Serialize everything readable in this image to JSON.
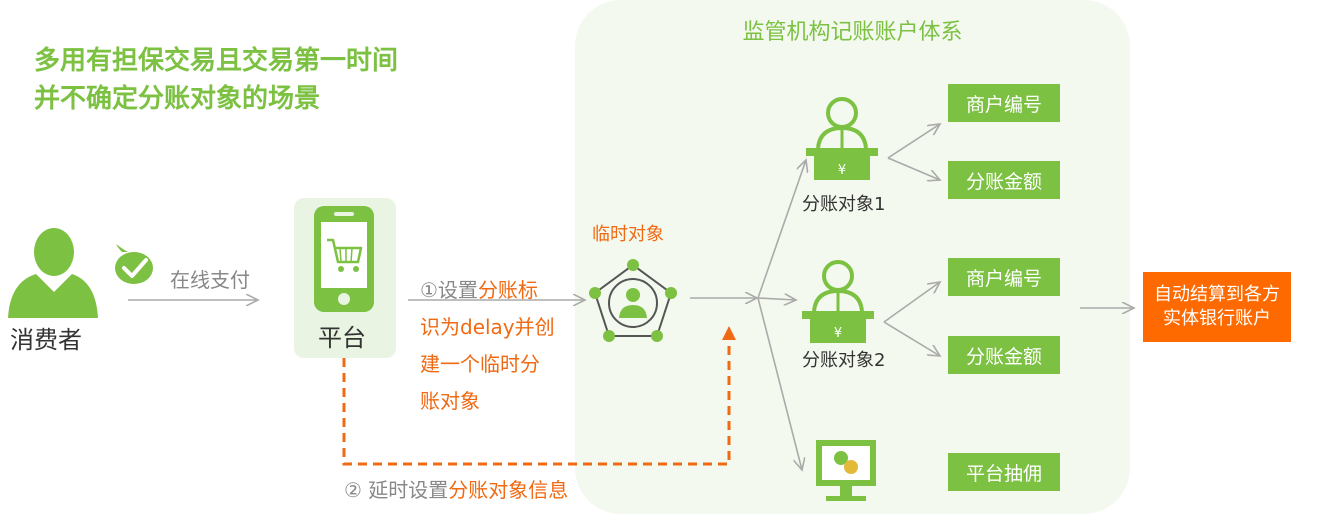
{
  "headline": {
    "line1": "多用有担保交易且交易第一时间",
    "line2": "并不确定分账对象的场景"
  },
  "panel": {
    "title": "监管机构记账账户体系"
  },
  "consumer": {
    "label": "消费者"
  },
  "payment": {
    "label": "在线支付"
  },
  "platform": {
    "label": "平台"
  },
  "step1": {
    "prefix": "①设置",
    "line1_highlight": "分账标",
    "line2": "识为delay并创",
    "line3": "建一个临时分",
    "line4": "账对象"
  },
  "step2": {
    "prefix": "② 延时设置",
    "highlight": "分账对象信息"
  },
  "temp_object": {
    "label": "临时对象"
  },
  "recipient1": {
    "label": "分账对象1",
    "merchant_no": "商户编号",
    "amount": "分账金额"
  },
  "recipient2": {
    "label": "分账对象2",
    "merchant_no": "商户编号",
    "amount": "分账金额"
  },
  "platform_commission": {
    "label": "平台抽佣"
  },
  "settlement": {
    "line1": "自动结算到各方",
    "line2": "实体银行账户"
  },
  "currency_symbol": "¥",
  "colors": {
    "brand_green": "#7cc142",
    "accent_orange": "#ff6a00",
    "arrow_gray": "#aaaaaa"
  }
}
